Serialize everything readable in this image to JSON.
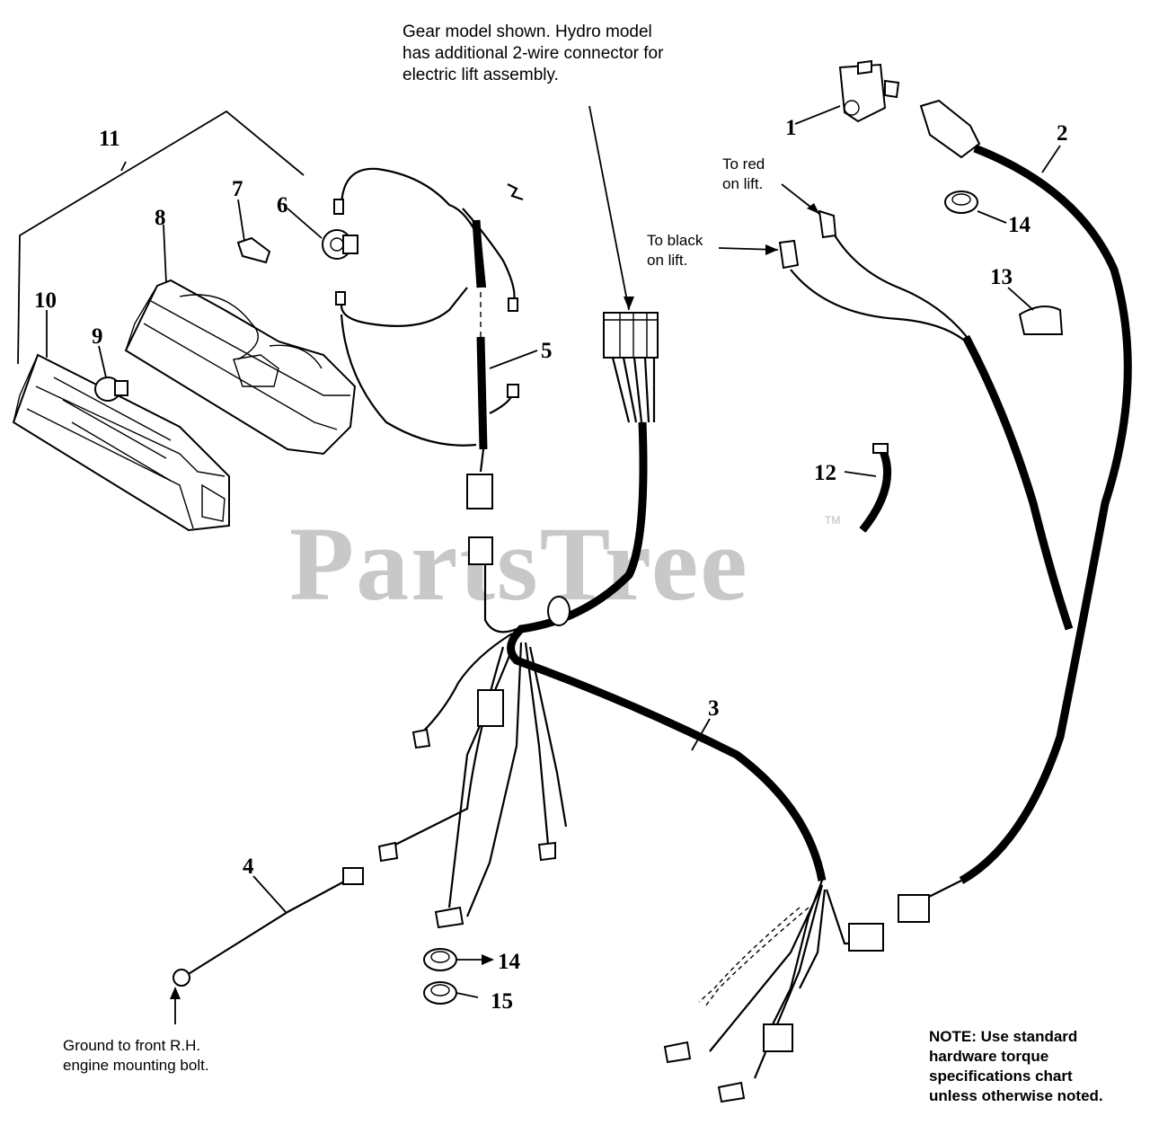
{
  "watermark": {
    "text": "PartsTree",
    "mark": "TM"
  },
  "notes": {
    "gear_model": "Gear model shown.  Hydro model\nhas additional 2-wire connector for\nelectric lift assembly.",
    "to_red": "To red\non lift.",
    "to_black": "To black\non lift.",
    "ground": "Ground to front R.H.\nengine mounting bolt.",
    "torque": "NOTE:  Use standard\nhardware torque\nspecifications chart\nunless otherwise noted."
  },
  "callouts": {
    "c1": "1",
    "c2": "2",
    "c3": "3",
    "c4": "4",
    "c5": "5",
    "c6": "6",
    "c7": "7",
    "c8": "8",
    "c9": "9",
    "c10": "10",
    "c11": "11",
    "c12": "12",
    "c13": "13",
    "c14a": "14",
    "c14b": "14",
    "c15": "15"
  },
  "colors": {
    "line": "#000000",
    "watermark": "#c8c8c8",
    "background": "#ffffff"
  }
}
